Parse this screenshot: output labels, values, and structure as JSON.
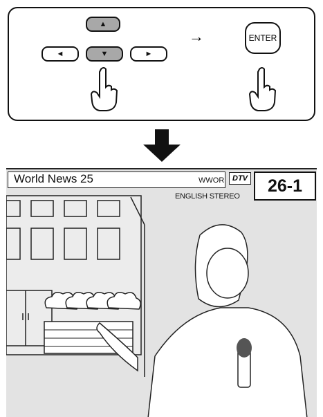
{
  "remote": {
    "enter_label": "ENTER",
    "arrow_symbol": "→",
    "up_glyph": "▲",
    "down_glyph": "▼",
    "left_glyph": "◄",
    "right_glyph": "►"
  },
  "tv": {
    "program_title": "World News 25",
    "station": "WWOR",
    "dtv_badge": "DTV",
    "audio_info": "ENGLISH STEREO",
    "channel": "26-1"
  },
  "colors": {
    "button_dark": "#a8a8a8",
    "screen_bg": "#e3e3e3",
    "outline": "#111111"
  }
}
